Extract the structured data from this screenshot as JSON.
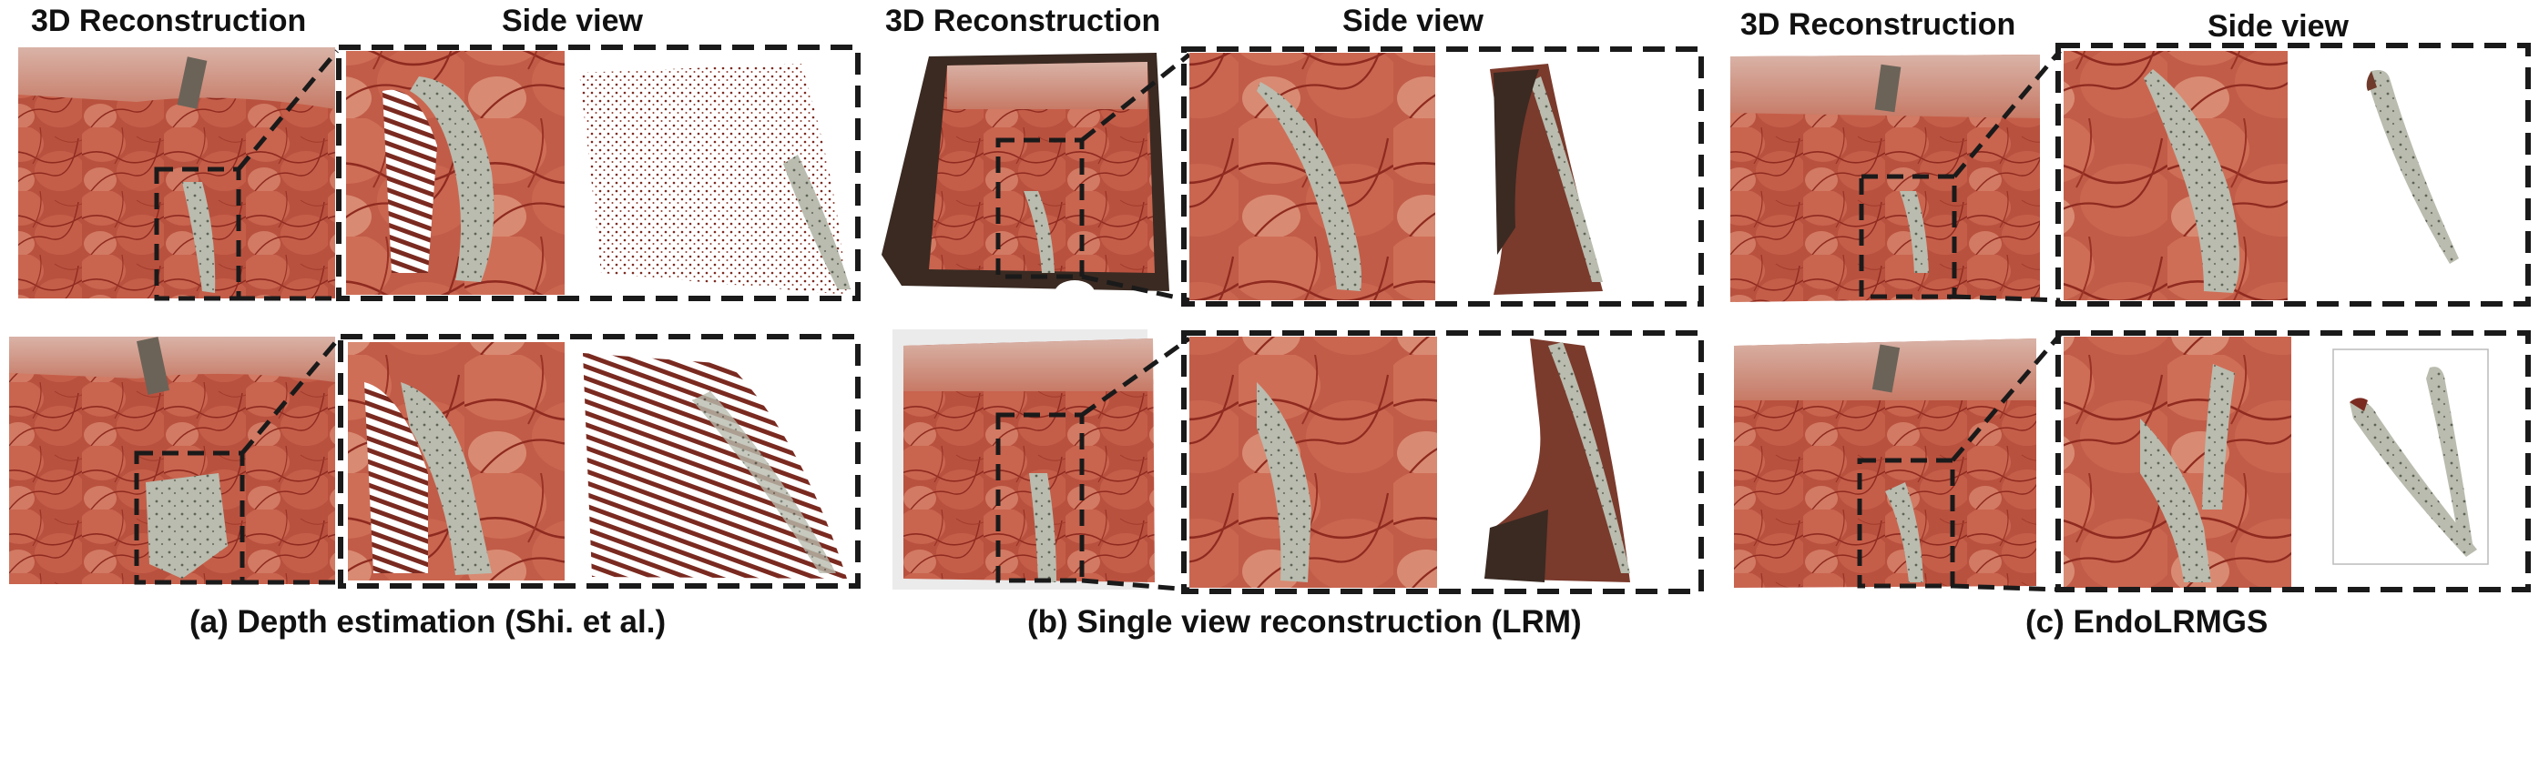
{
  "panels": [
    {
      "header_left": "3D Reconstruction",
      "header_right": "Side view",
      "caption": "(a) Depth estimation (Shi. et al.)"
    },
    {
      "header_left": "3D Reconstruction",
      "header_right": "Side view",
      "caption": "(b) Single view reconstruction (LRM)"
    },
    {
      "header_left": "3D Reconstruction",
      "header_right": "Side view",
      "caption": "(c) EndoLRMGS"
    }
  ],
  "colors": {
    "tissue": "#b5513f",
    "tissue_light": "#d98a72",
    "vessel": "#8e2a1f",
    "tool": "#b9bcae",
    "tool_dark": "#6f7366",
    "dash_box": "#1a1a1a",
    "dots": "#7a2a20"
  }
}
